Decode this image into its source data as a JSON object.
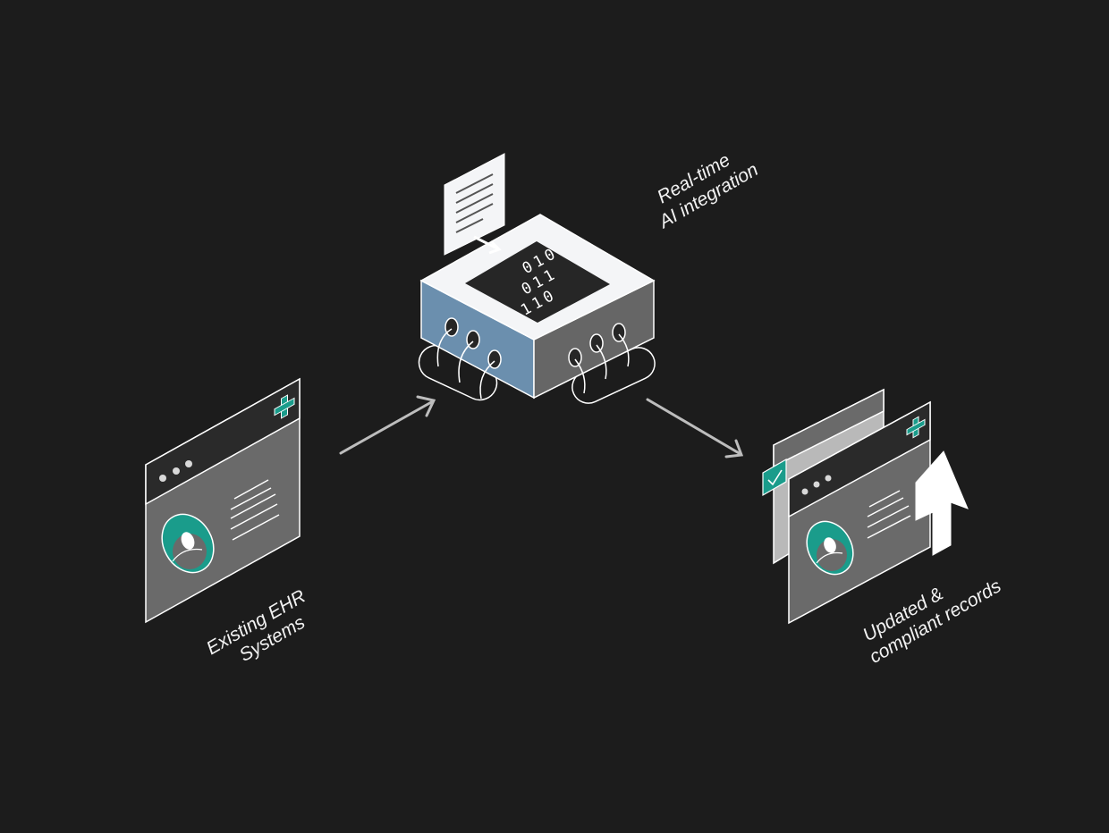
{
  "labels": {
    "ai_line1": "Real-time",
    "ai_line2": "AI integration",
    "ehr_line1": "Existing EHR",
    "ehr_line2": "Systems",
    "records_line1": "Updated &",
    "records_line2": "compliant records"
  },
  "binary": [
    "010",
    "011",
    "110"
  ],
  "colors": {
    "background": "#1c1c1c",
    "accent_teal": "#1a9c8b",
    "box_left_face": "#6b8fae",
    "box_right_face": "#666666",
    "box_top": "#f4f5f7",
    "panel_gray": "#6a6a6a",
    "panel_dark": "#2a2a2a",
    "line_white": "#ffffff",
    "arrow_gray": "#bdbdbd"
  },
  "icons": {
    "document": "document-icon",
    "medical_cross": "medical-cross-icon",
    "checkmark": "checkmark-icon",
    "up_arrow": "up-arrow-icon",
    "avatar": "avatar-icon"
  }
}
